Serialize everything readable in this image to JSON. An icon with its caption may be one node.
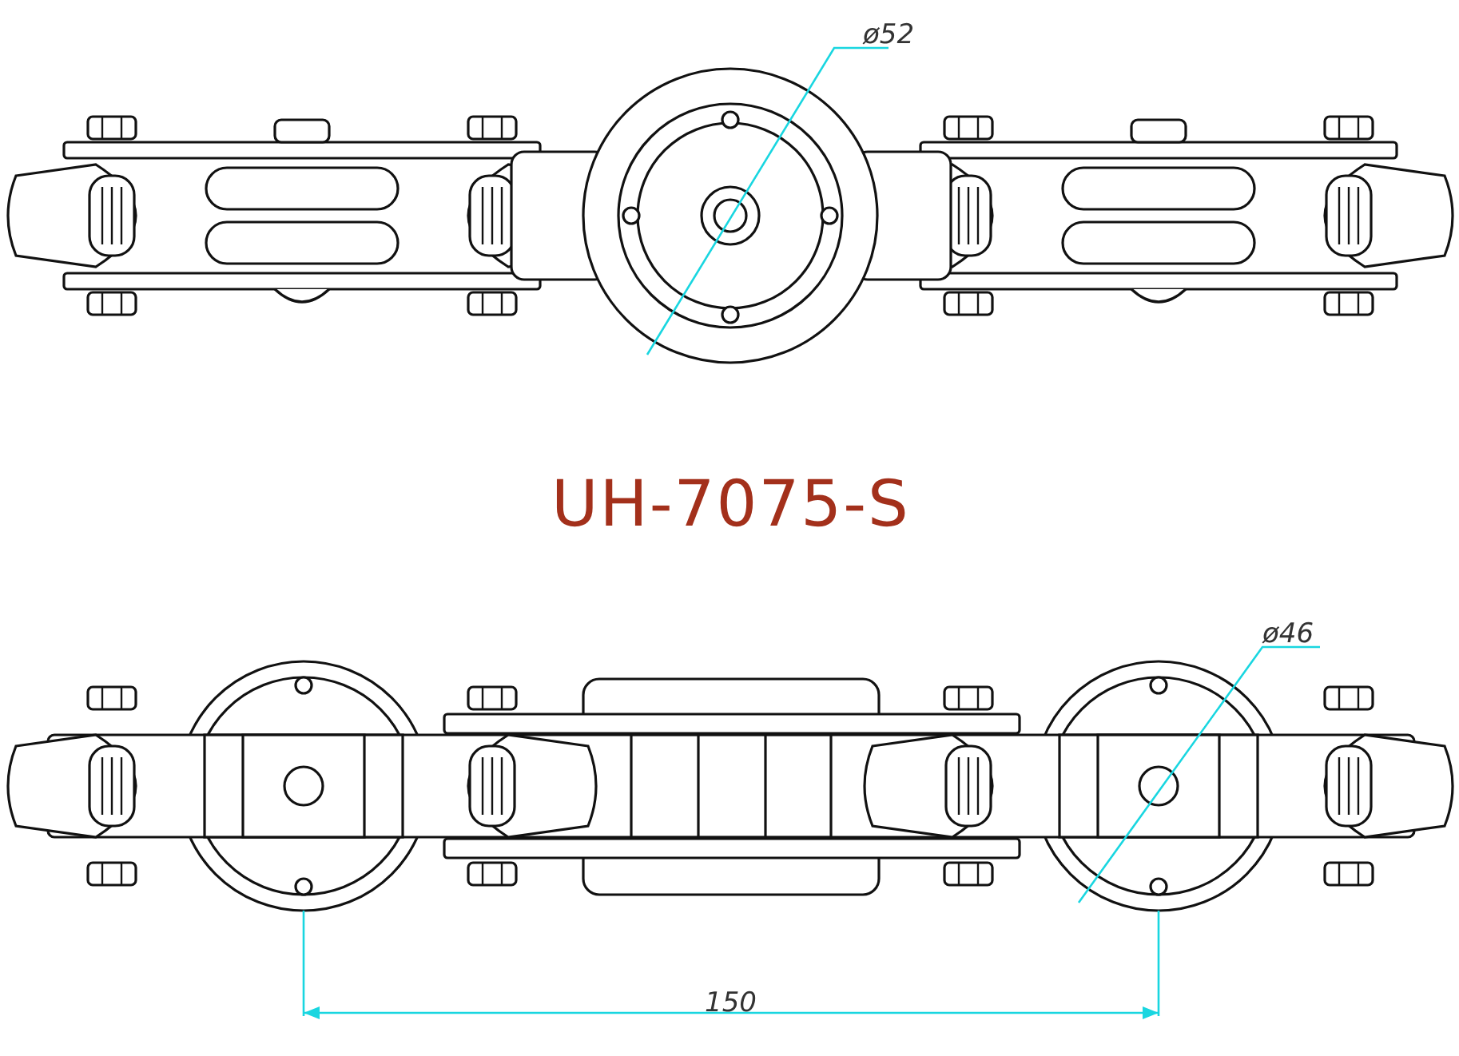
{
  "diagram": {
    "title": "UH-7075-S",
    "labels": [
      "ø52",
      "ø46",
      "150"
    ]
  }
}
